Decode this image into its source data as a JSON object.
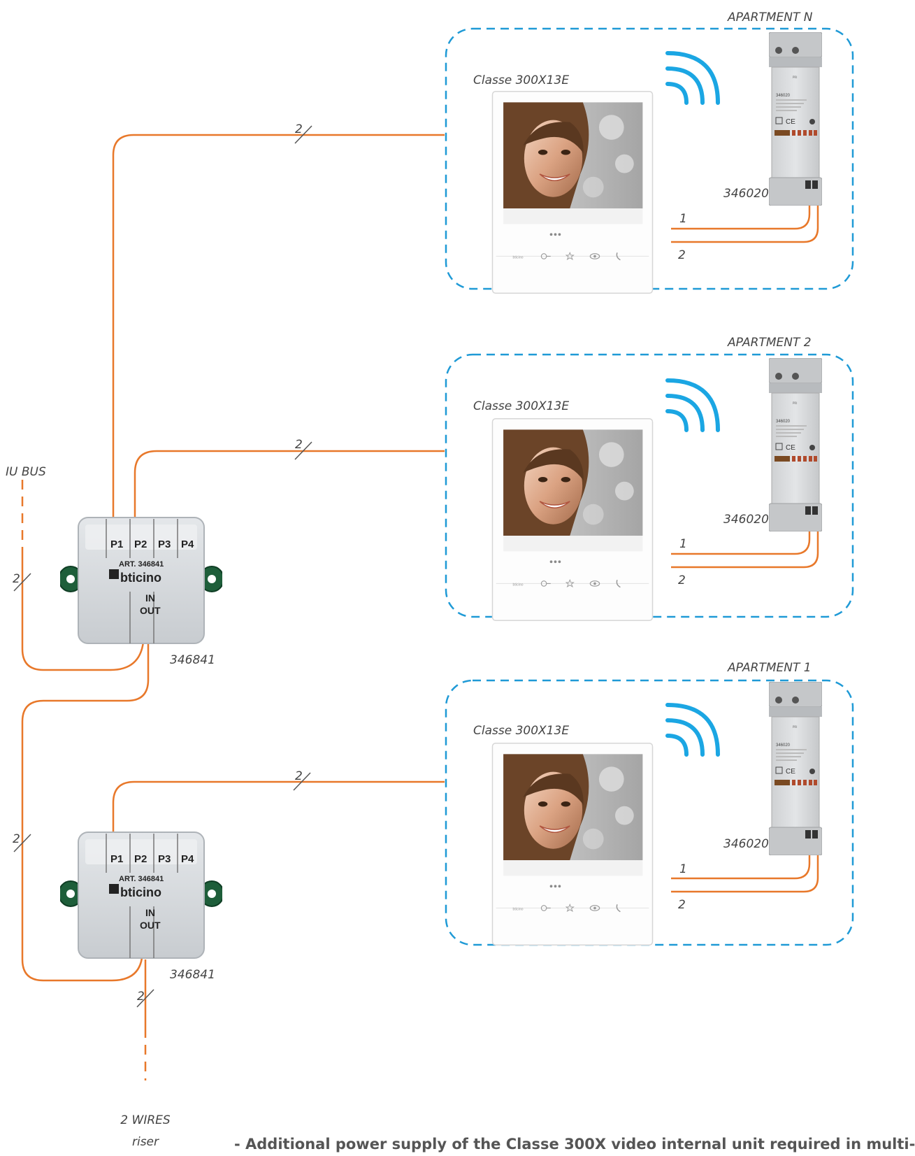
{
  "apartments": [
    {
      "id": "n",
      "title": "APARTMENT  N",
      "monitor_label": "Classe 300X13E",
      "psu_label": "346020",
      "wire_count": "2",
      "psu_wire_1": "1",
      "psu_wire_2": "2"
    },
    {
      "id": "2",
      "title": "APARTMENT 2",
      "monitor_label": "Classe 300X13E",
      "psu_label": "346020",
      "wire_count": "2",
      "psu_wire_1": "1",
      "psu_wire_2": "2"
    },
    {
      "id": "1",
      "title": "APARTMENT 1",
      "monitor_label": "Classe 300X13E",
      "psu_label": "346020",
      "wire_count": "2",
      "psu_wire_1": "1",
      "psu_wire_2": "2"
    }
  ],
  "distributors": [
    {
      "label": "346841",
      "ports": [
        "P1",
        "P2",
        "P3",
        "P4"
      ],
      "art": "ART. 346841",
      "brand": "bticino",
      "in": "IN",
      "out": "OUT"
    },
    {
      "label": "346841",
      "ports": [
        "P1",
        "P2",
        "P3",
        "P4"
      ],
      "art": "ART. 346841",
      "brand": "bticino",
      "in": "IN",
      "out": "OUT"
    }
  ],
  "iu_bus": {
    "label": "IU BUS",
    "wire_count": "2"
  },
  "riser": {
    "label_line1": "2 WIRES",
    "label_line2": "riser",
    "wire_count": "2"
  },
  "link_wire_count": "2",
  "psu_device": {
    "code": "346020",
    "ce": "CE"
  },
  "note": "- Additional power supply of the Classe 300X video internal unit required in multi-",
  "colors": {
    "wire": "#e8782a",
    "dashed_box": "#1f9ad6",
    "wifi": "#1ba6e3",
    "text": "#444444"
  }
}
